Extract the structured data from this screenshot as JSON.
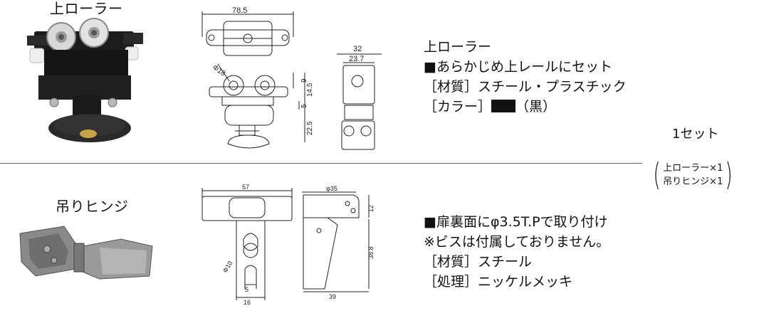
{
  "roller": {
    "name": "上ローラー",
    "heading": "上ローラー",
    "spec_line1": "■あらかじめ上レールにセット",
    "material": "［材質］スチール・プラスチック",
    "color_label": "［カラー］",
    "color_value": "（黒）",
    "swatch_color": "#111111",
    "dims": {
      "width": "78.5",
      "diameter": "Φ18",
      "h1": "9",
      "h2": "14.5",
      "h3": "5",
      "h4": "22.5",
      "side_outer": "32",
      "side_inner": "23.7"
    }
  },
  "hinge": {
    "name": "吊りヒンジ",
    "spec_line1": "■扉裏面にφ3.5T.Pで取り付け",
    "spec_line2": "※ビスは付属しておりません。",
    "material": "［材質］スチール",
    "treatment": "［処理］ニッケルメッキ",
    "dims": {
      "width": "57",
      "diameter": "Φ10",
      "slot": "5",
      "bottom": "16",
      "side_top": "φ35",
      "side_h1": "12",
      "side_h2": "38.8",
      "side_bottom": "39"
    }
  },
  "set": {
    "quantity": "1セット",
    "contents": [
      "上ローラー×1",
      "吊りヒンジ×1"
    ]
  }
}
